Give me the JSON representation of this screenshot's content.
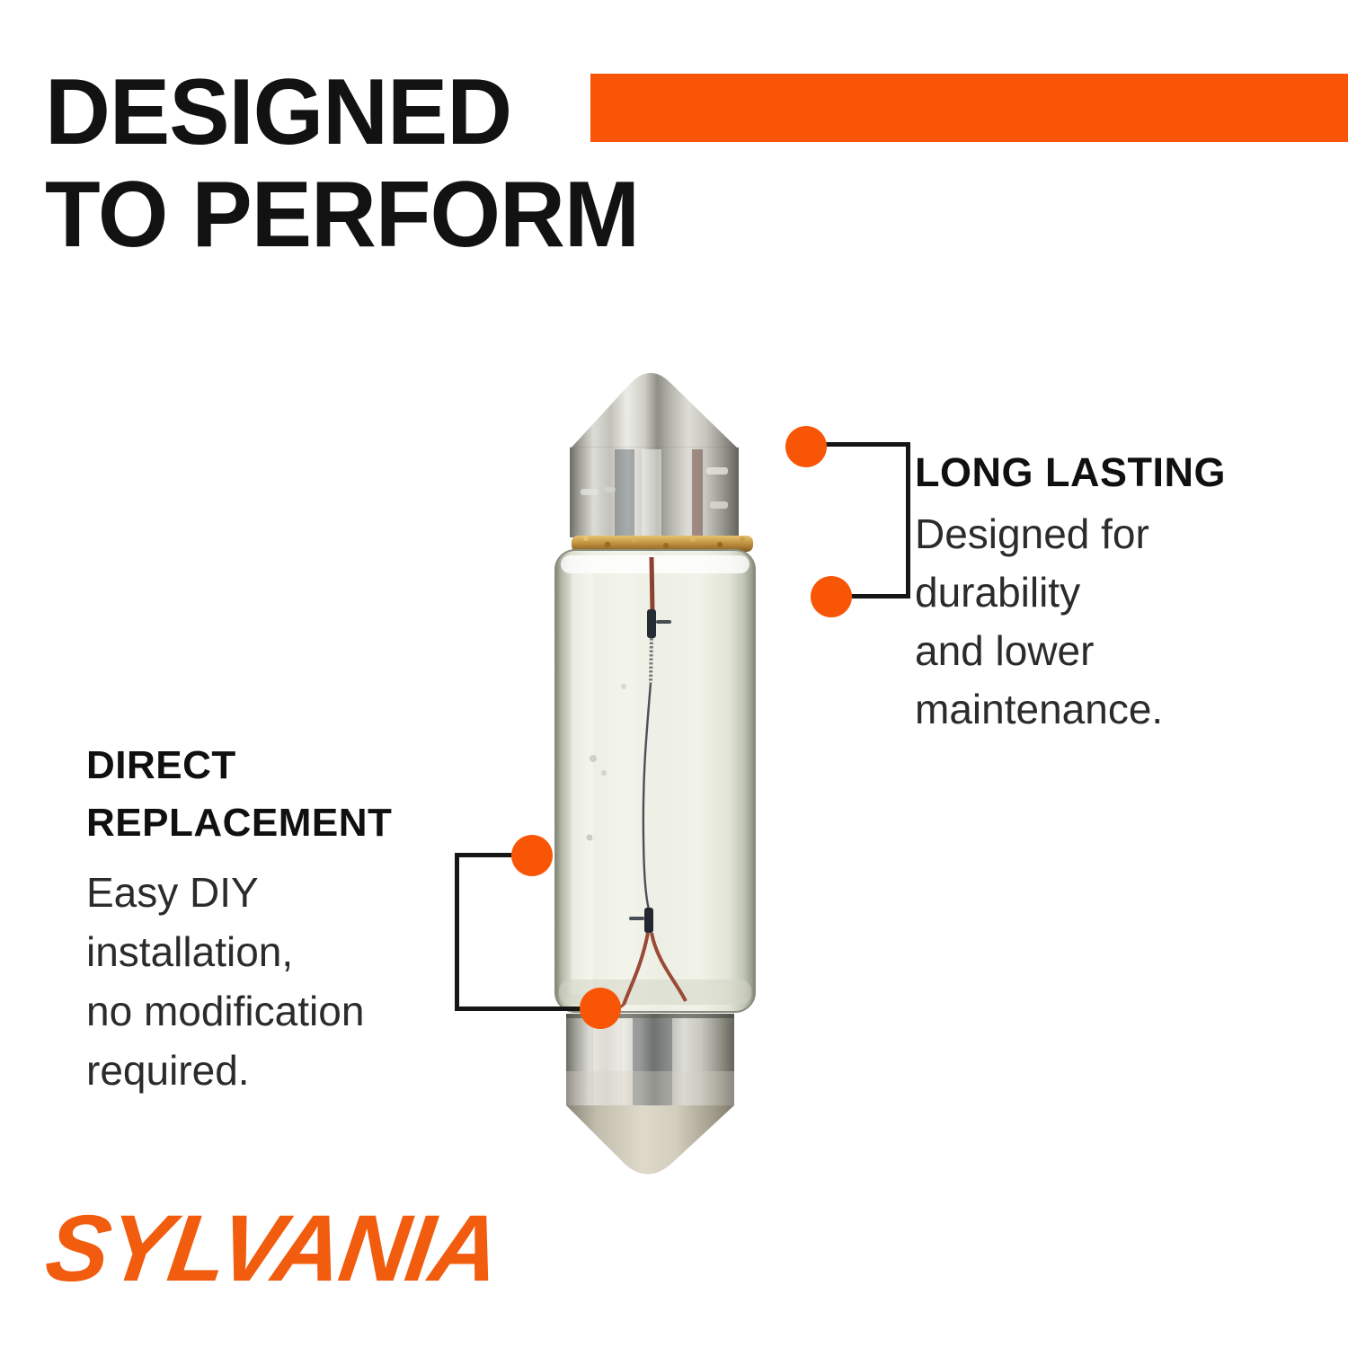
{
  "colors": {
    "accent_orange": "#F85506",
    "logo_orange": "#F15C0E",
    "headline_black": "#121212",
    "body_text": "#2B2B2B"
  },
  "header": {
    "title_line1": "DESIGNED",
    "title_line2": "TO PERFORM"
  },
  "callouts": {
    "long_lasting": {
      "heading": "LONG LASTING",
      "lines": [
        "Designed for",
        "durability",
        "and lower",
        "maintenance."
      ]
    },
    "direct_replacement": {
      "heading_lines": [
        "DIRECT",
        "REPLACEMENT"
      ],
      "lines": [
        "Easy DIY",
        "installation,",
        "no modification",
        "required."
      ]
    }
  },
  "footer": {
    "brand": "SYLVANIA"
  }
}
